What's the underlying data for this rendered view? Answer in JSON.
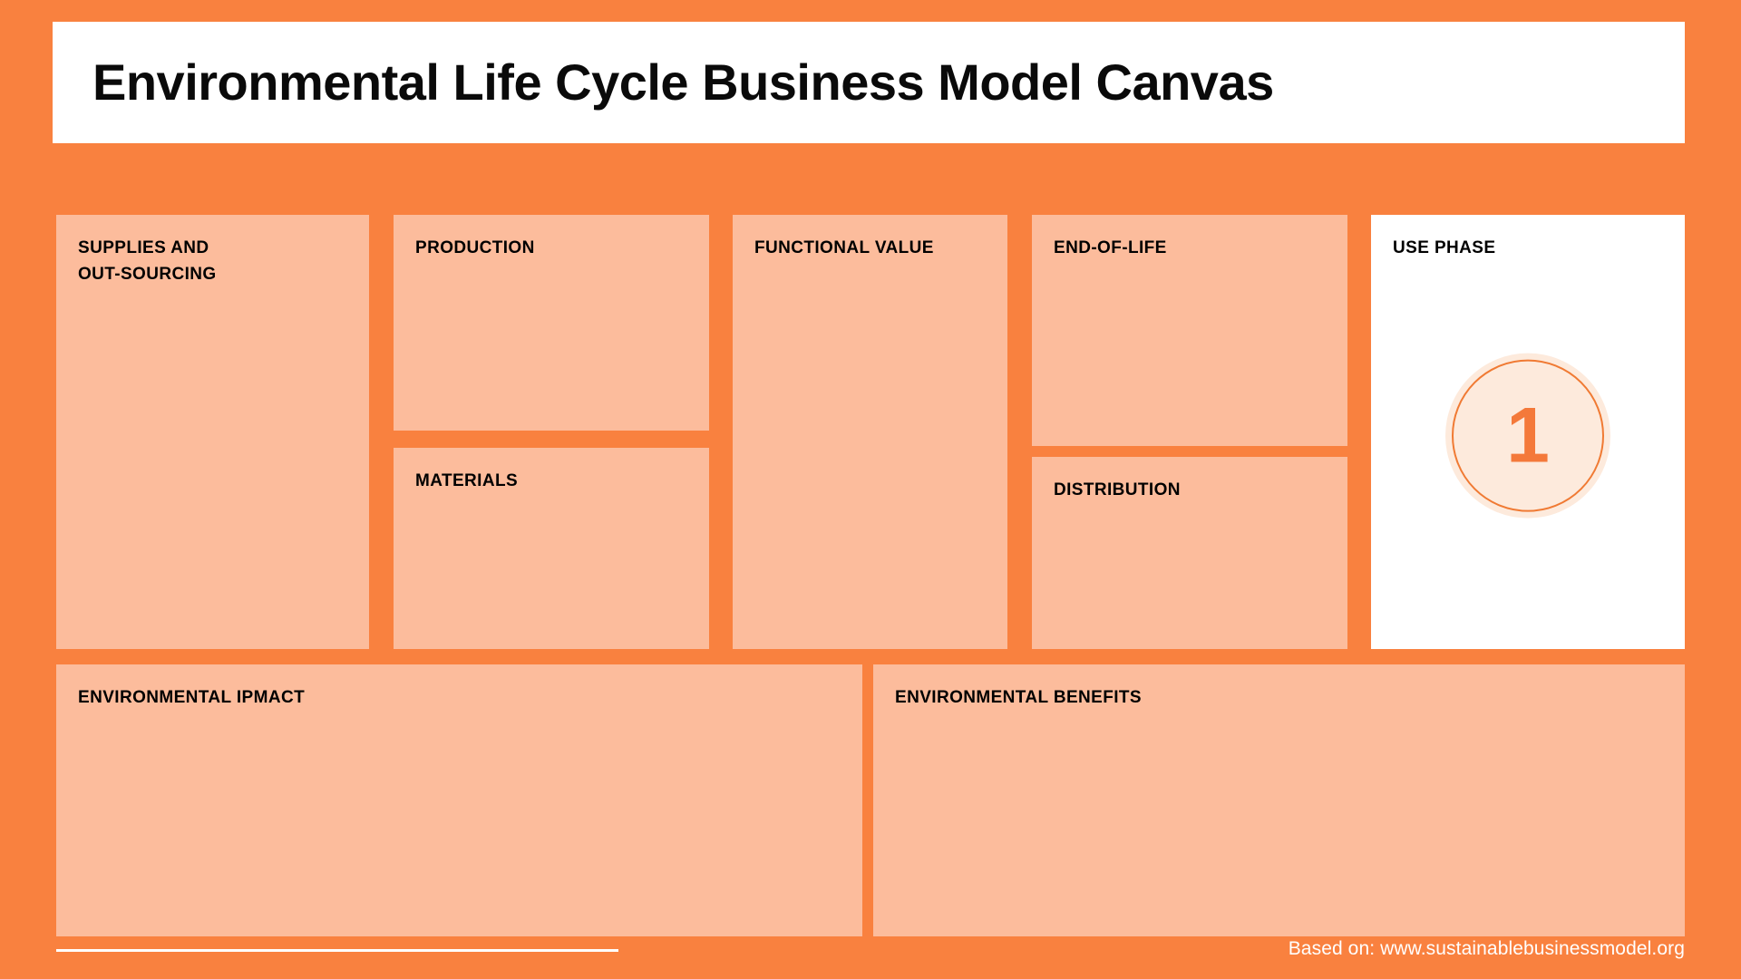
{
  "header": {
    "title": "Environmental Life Cycle Business Model Canvas"
  },
  "blocks": {
    "supplies": {
      "label": "SUPPLIES AND\nOUT-SOURCING"
    },
    "production": {
      "label": "PRODUCTION"
    },
    "materials": {
      "label": "MATERIALS"
    },
    "functional_value": {
      "label": "FUNCTIONAL VALUE"
    },
    "end_of_life": {
      "label": "END-OF-LIFE"
    },
    "distribution": {
      "label": "DISTRIBUTION"
    },
    "use_phase": {
      "label": "USE PHASE",
      "badge_number": "1"
    },
    "environmental_impact": {
      "label": "ENVIRONMENTAL IPMACT"
    },
    "environmental_benefits": {
      "label": "ENVIRONMENTAL BENEFITS"
    }
  },
  "footer": {
    "credit": "Based on: www.sustainablebusinessmodel.org"
  },
  "colors": {
    "background": "#F9813F",
    "panel": "#FCBC9C",
    "panel_white": "#FFFFFF",
    "badge_fill": "#FDEADC",
    "badge_ring": "#F07A33",
    "badge_number": "#F4793A",
    "text": "#000000",
    "footer_text": "#FFFFFF"
  }
}
